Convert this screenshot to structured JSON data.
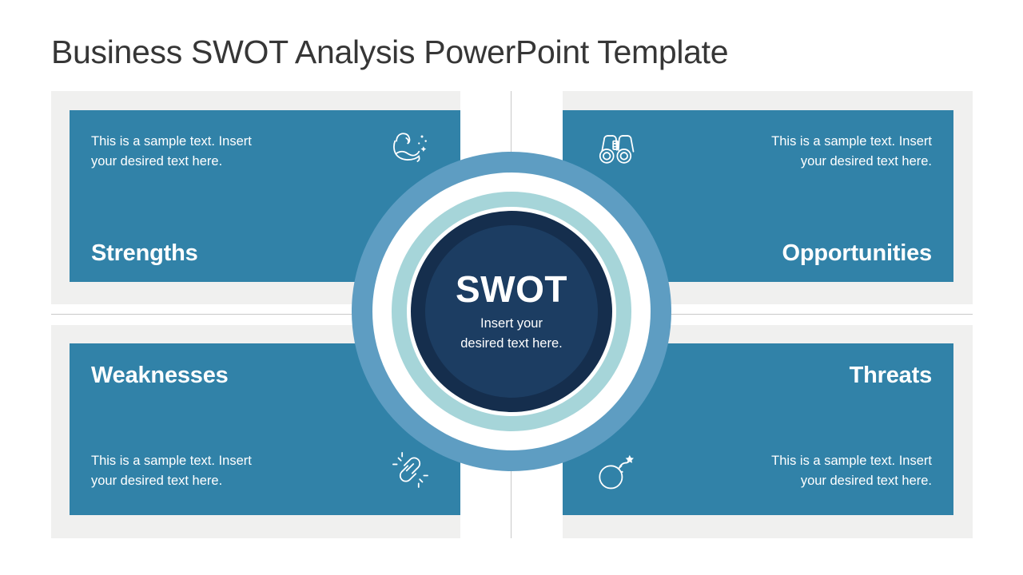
{
  "slide": {
    "title": "Business SWOT Analysis PowerPoint Template"
  },
  "center": {
    "title": "SWOT",
    "subtitle": "Insert your\ndesired text here."
  },
  "quadrants": [
    {
      "key": "strengths",
      "heading": "Strengths",
      "body": "This is a sample text. Insert\nyour desired text here.",
      "icon": "flexed-bicep-icon",
      "position": "top-left"
    },
    {
      "key": "opportunities",
      "heading": "Opportunities",
      "body": "This is a sample text. Insert\nyour desired text here.",
      "icon": "binoculars-icon",
      "position": "top-right"
    },
    {
      "key": "weaknesses",
      "heading": "Weaknesses",
      "body": "This is a sample text. Insert\nyour desired text here.",
      "icon": "broken-chain-link-icon",
      "position": "bottom-left"
    },
    {
      "key": "threats",
      "heading": "Threats",
      "body": "This is a sample text. Insert\nyour desired text here.",
      "icon": "bomb-icon",
      "position": "bottom-right"
    }
  ],
  "colors": {
    "panel_blue": "#3182A8",
    "plate_gray": "#F0F0EF",
    "ring_outer_blue": "#5E9DC2",
    "ring_teal": "#A6D5D9",
    "ring_navy": "#152E4D",
    "ring_inner_navy": "#1C3D62",
    "title_text": "#363636",
    "panel_text": "#FFFFFF"
  }
}
